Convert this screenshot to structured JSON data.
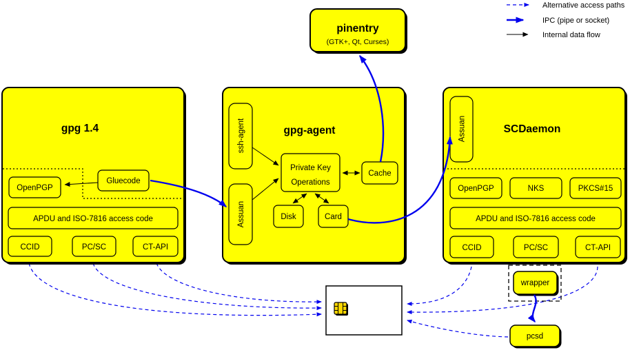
{
  "legend": {
    "items": [
      {
        "label": "Alternative access paths",
        "style": "dashed-blue"
      },
      {
        "label": "IPC (pipe or socket)",
        "style": "solid-blue-thick"
      },
      {
        "label": "Internal data flow",
        "style": "solid-black"
      }
    ]
  },
  "pinentry": {
    "title": "pinentry",
    "subtitle": "(GTK+, Qt, Curses)"
  },
  "gpg14": {
    "title": "gpg 1.4",
    "openpgp": "OpenPGP",
    "gluecode": "Gluecode",
    "apdu": "APDU and ISO-7816 access code",
    "ccid": "CCID",
    "pcsc": "PC/SC",
    "ctapi": "CT-API"
  },
  "gpg_agent": {
    "title": "gpg-agent",
    "ssh_agent": "ssh-agent",
    "assuan": "Assuan",
    "pko_line1": "Private Key",
    "pko_line2": "Operations",
    "cache": "Cache",
    "disk": "Disk",
    "card": "Card"
  },
  "scdaemon": {
    "title": "SCDaemon",
    "assuan": "Assuan",
    "openpgp": "OpenPGP",
    "nks": "NKS",
    "pkcs15": "PKCS#15",
    "apdu": "APDU and ISO-7816 access code",
    "ccid": "CCID",
    "pcsc": "PC/SC",
    "ctapi": "CT-API",
    "wrapper": "wrapper"
  },
  "pcsd": {
    "label": "pcsd"
  },
  "smartcard": {
    "icon": "smartcard-chip-icon"
  },
  "colors": {
    "box_fill": "#ffff00",
    "border": "#000000",
    "ipc_blue": "#0000ee",
    "chip_gold": "#ffd700"
  }
}
